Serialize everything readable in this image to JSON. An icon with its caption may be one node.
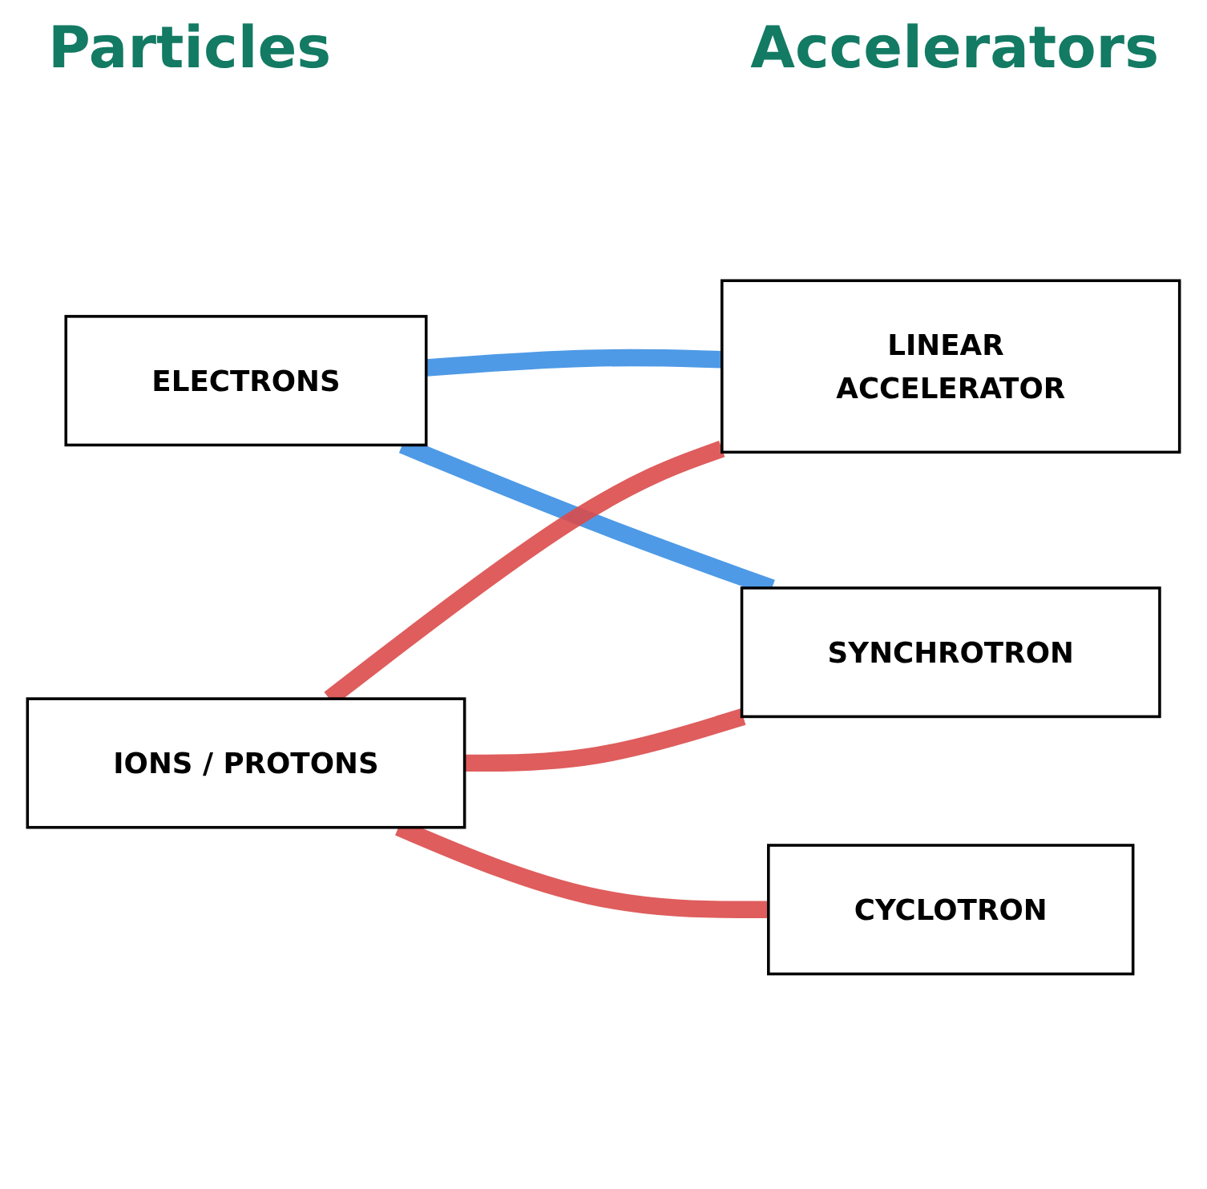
{
  "diagram": {
    "nodes": [
      {
        "text": [
          "ELECTRONS"
        ]
      },
      {
        "text": [
          "IONS / PROTONS"
        ]
      },
      {
        "text": [
          "LINEAR ACCELERATOR"
        ]
      },
      {
        "text": [
          "SYNCHROTRON"
        ]
      },
      {
        "text": [
          "CYCLOTRON"
        ]
      }
    ],
    "edges": [
      {
        "from": 0,
        "to": 2,
        "arrow": "none",
        "color": "#3b8fe3"
      },
      {
        "from": 0,
        "to": 3,
        "arrow": "none",
        "color": "#3b8fe3"
      },
      {
        "from": 1,
        "to": 2,
        "arrow": "none"
      },
      {
        "from": 1,
        "to": 3,
        "arrow": "none"
      },
      {
        "from": 1,
        "to": 4,
        "arrow": "none"
      }
    ],
    "labels": [
      "Particles",
      "Accelerators"
    ]
  }
}
